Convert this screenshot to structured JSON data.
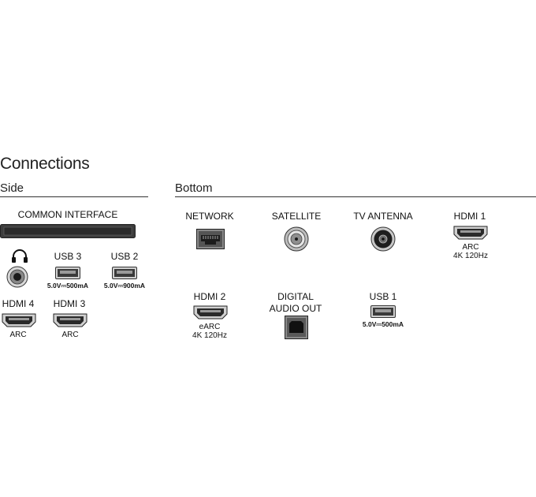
{
  "title": "Connections",
  "side": {
    "heading": "Side",
    "common_interface": "COMMON INTERFACE",
    "headphone_icon": "headphones-icon",
    "usb3": {
      "label": "USB 3",
      "spec": "5.0V⎓500mA"
    },
    "usb2": {
      "label": "USB 2",
      "spec": "5.0V⎓900mA"
    },
    "hdmi4": {
      "label": "HDMI 4",
      "sub": "ARC"
    },
    "hdmi3": {
      "label": "HDMI 3",
      "sub": "ARC"
    }
  },
  "bottom": {
    "heading": "Bottom",
    "network": "NETWORK",
    "satellite": "SATELLITE",
    "tv_antenna": "TV ANTENNA",
    "hdmi1": {
      "label": "HDMI 1",
      "sub1": "ARC",
      "sub2": "4K 120Hz"
    },
    "hdmi2": {
      "label": "HDMI 2",
      "sub1": "eARC",
      "sub2": "4K 120Hz"
    },
    "digital_audio": {
      "line1": "DIGITAL",
      "line2": "AUDIO OUT"
    },
    "usb1": {
      "label": "USB 1",
      "spec": "5.0V⎓500mA"
    }
  }
}
